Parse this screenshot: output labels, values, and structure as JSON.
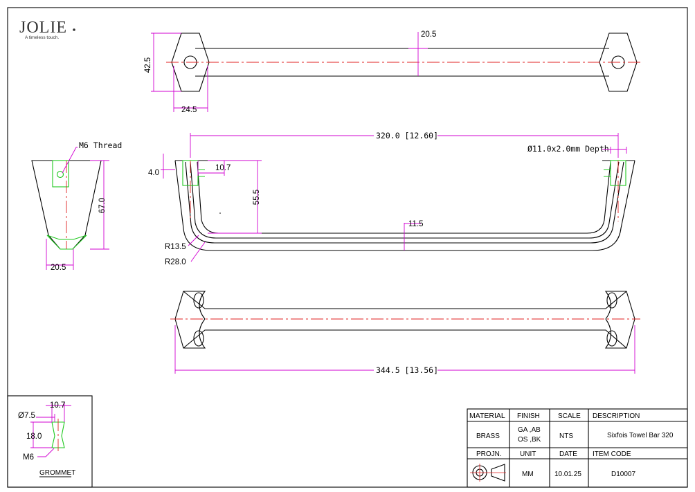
{
  "brand": {
    "logo": "JOLIE",
    "tagline": "A timeless touch."
  },
  "dimensions": {
    "top_height": "42.5",
    "top_bar_thickness": "20.5",
    "top_foot_width": "24.5",
    "thread": "M6 Thread",
    "side_height": "67.0",
    "side_base": "20.5",
    "center_to_center": "320.0 [12.60]",
    "hole": "Ø11.0x2.0mm Depth",
    "offset_small": "4.0",
    "post_width": "10.7",
    "projection": "55.5",
    "bar_thickness": "11.5",
    "radius_inner": "R13.5",
    "radius_outer": "R28.0",
    "overall_length": "344.5 [13.56]"
  },
  "grommet": {
    "width": "10.7",
    "dia": "Ø7.5",
    "height": "18.0",
    "thread": "M6",
    "label": "GROMMET"
  },
  "title_block": {
    "headers": {
      "material": "MATERIAL",
      "finish": "FINISH",
      "scale": "SCALE",
      "description": "DESCRIPTION"
    },
    "values": {
      "material": "BRASS",
      "finish_line1": "GA ,AB",
      "finish_line2": "OS ,BK",
      "scale": "NTS",
      "description": "Sixfois Towel Bar 320"
    },
    "headers2": {
      "projection": "PROJN.",
      "unit": "UNIT",
      "date": "DATE",
      "item_code": "ITEM CODE"
    },
    "values2": {
      "unit": "MM",
      "date": "10.01.25",
      "item_code": "D10007"
    }
  }
}
